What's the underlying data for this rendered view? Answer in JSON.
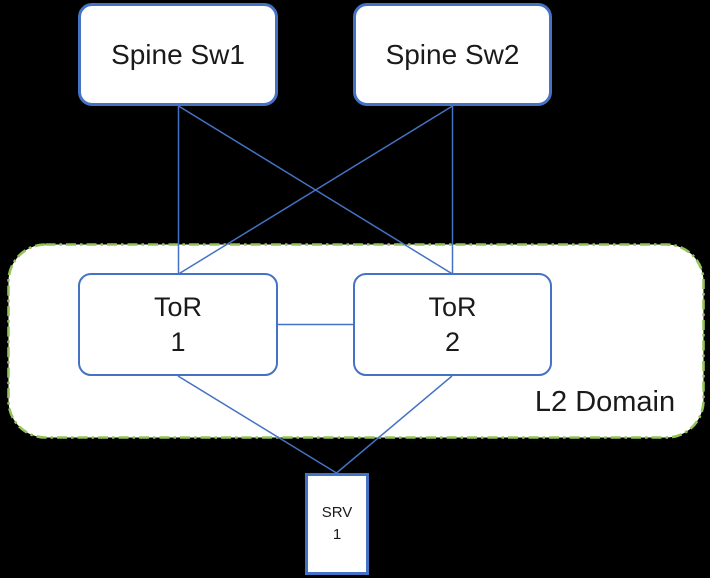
{
  "diagram": {
    "nodes": {
      "spine1": {
        "label": "Spine Sw1"
      },
      "spine2": {
        "label": "Spine Sw2"
      },
      "tor1": {
        "line1": "ToR",
        "line2": "1"
      },
      "tor2": {
        "line1": "ToR",
        "line2": "2"
      },
      "srv1": {
        "line1": "SRV",
        "line2": "1"
      },
      "l2_domain": {
        "label": "L2 Domain"
      }
    },
    "edges": [
      {
        "from": "spine1",
        "to": "tor1"
      },
      {
        "from": "spine1",
        "to": "tor2"
      },
      {
        "from": "spine2",
        "to": "tor1"
      },
      {
        "from": "spine2",
        "to": "tor2"
      },
      {
        "from": "tor1",
        "to": "tor2"
      },
      {
        "from": "tor1",
        "to": "srv1"
      },
      {
        "from": "tor2",
        "to": "srv1"
      }
    ],
    "colors": {
      "background": "#000000",
      "node_fill": "#FFFFFF",
      "node_border_blue": "#4472C4",
      "edge_blue": "#4472C4",
      "l2_border_green": "#94C457",
      "text": "#1A1A1A"
    }
  }
}
